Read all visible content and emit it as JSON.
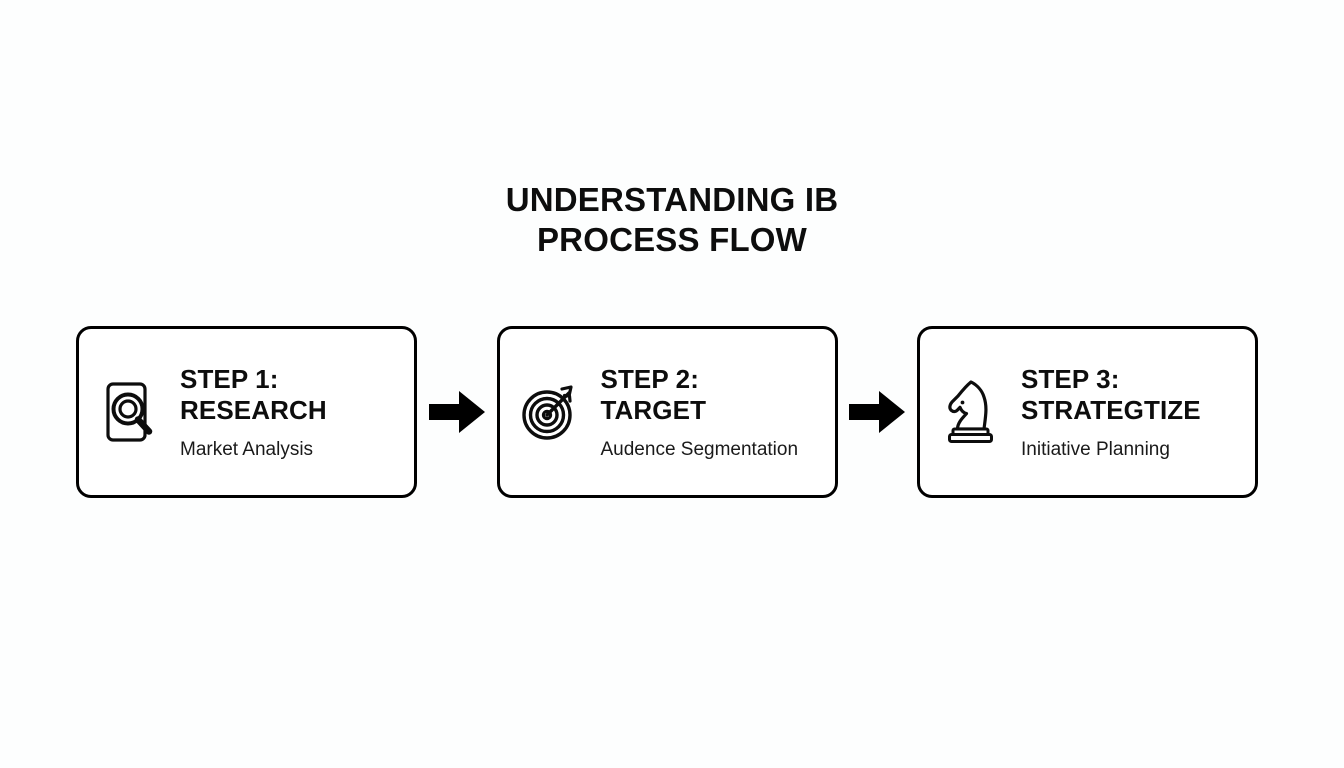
{
  "page": {
    "background_color": "#fdfefe",
    "ink_color": "#0d0d0d"
  },
  "title": {
    "line1": "UNDERSTANDING IB",
    "line2": "PROCESS FLOW"
  },
  "flow": {
    "arrow_label": "→",
    "steps": [
      {
        "icon": "document-magnifier-icon",
        "step_label": "STEP 1:",
        "step_name": "RESEARCH",
        "subtitle": "Market Analysis"
      },
      {
        "icon": "target-arrow-icon",
        "step_label": "STEP 2:",
        "step_name": "TARGET",
        "subtitle": "Audence Segmentation"
      },
      {
        "icon": "chess-knight-icon",
        "step_label": "STEP 3:",
        "step_name": "STRATEGTIZE",
        "subtitle": "Initiative Planning"
      }
    ],
    "connectors": [
      {
        "icon": "right-arrow-icon"
      },
      {
        "icon": "right-arrow-icon"
      }
    ]
  }
}
